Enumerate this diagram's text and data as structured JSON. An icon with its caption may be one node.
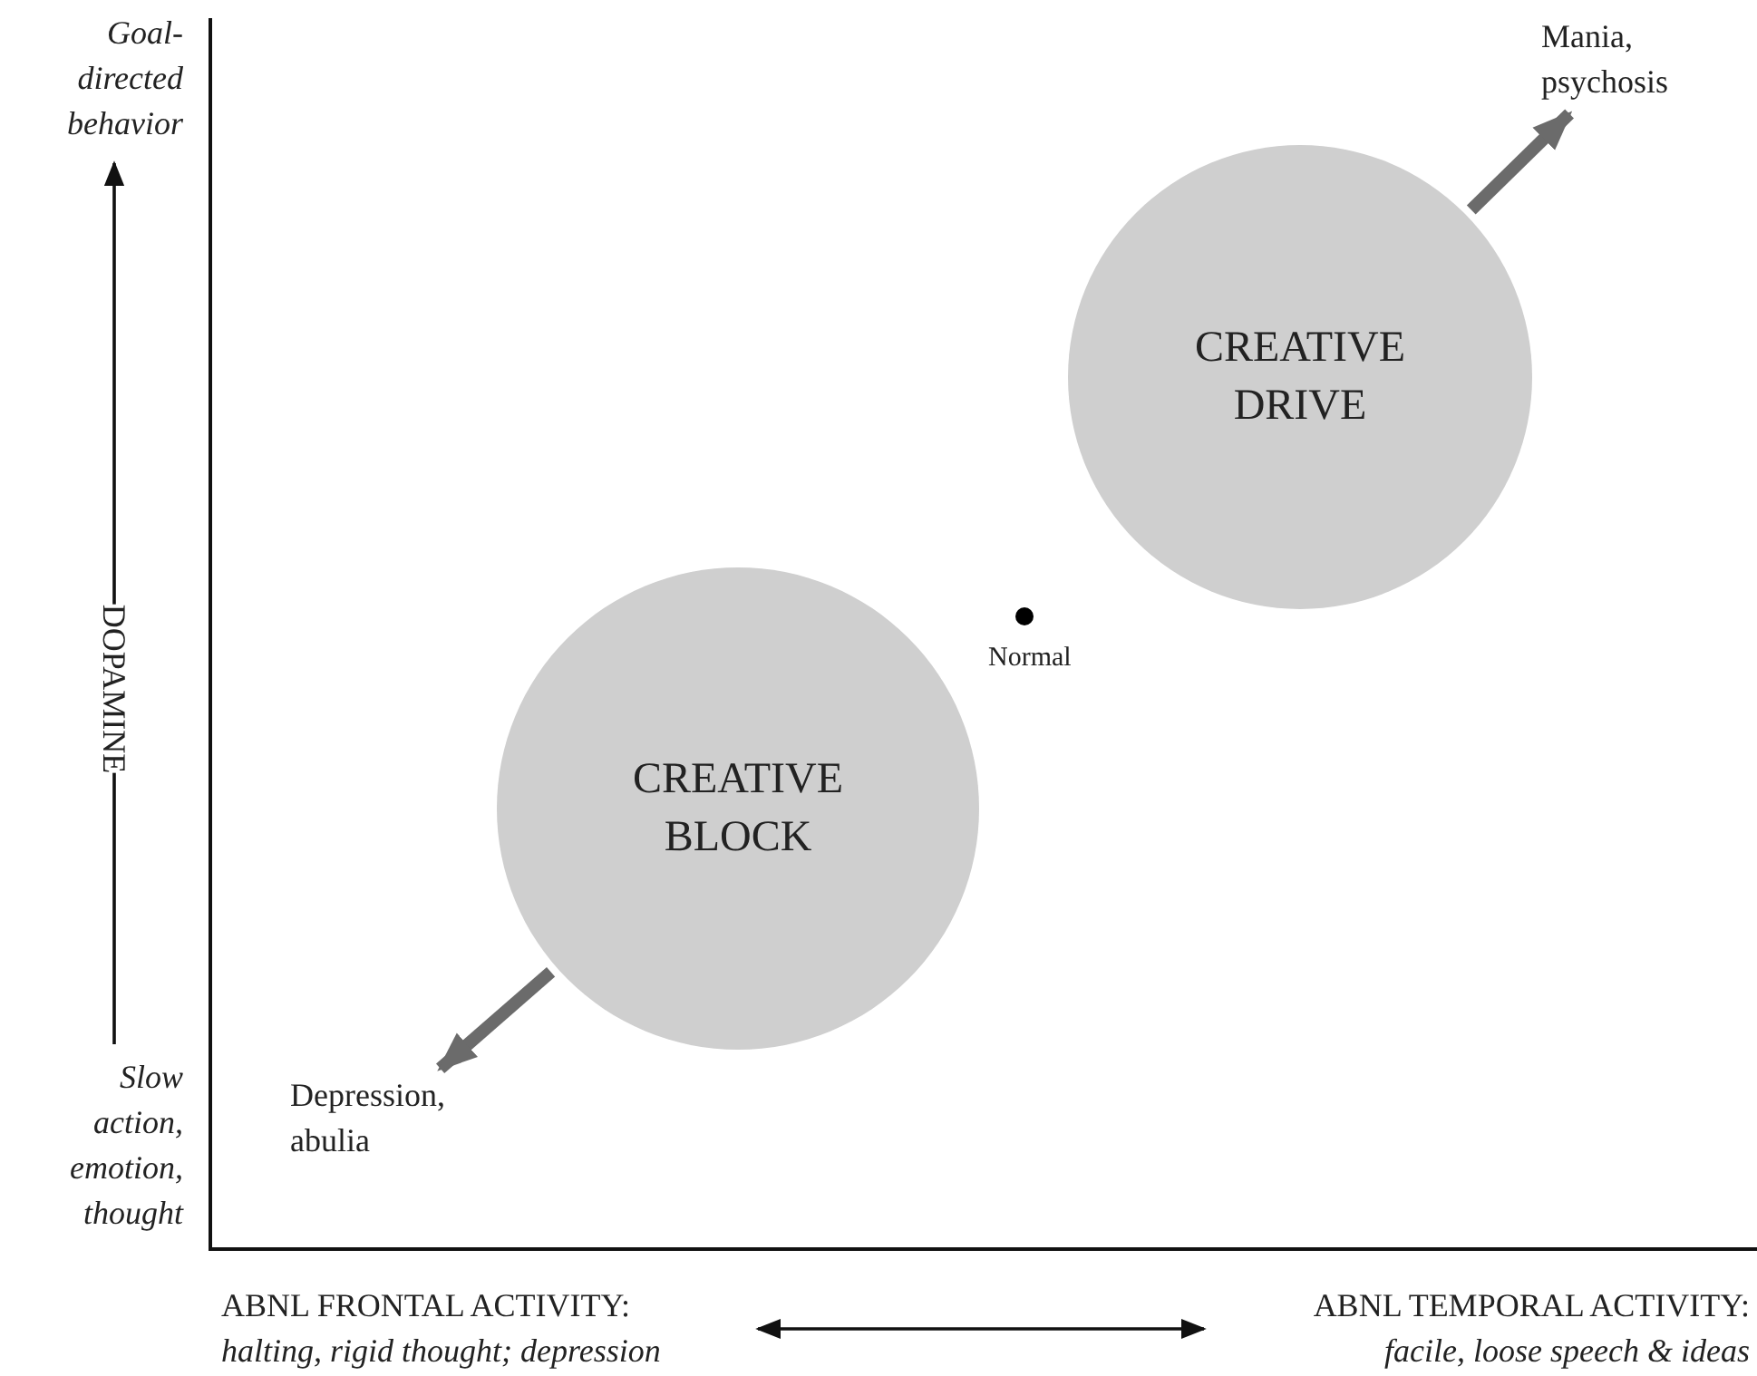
{
  "diagram": {
    "nodes": [
      {
        "text": [
          "Goal-directed behavior"
        ]
      },
      {
        "text": [
          "Slow action, emotion, thought"
        ]
      },
      {
        "text": [
          "CREATIVE DRIVE"
        ]
      },
      {
        "text": [
          "Mania, psychosis"
        ]
      },
      {
        "text": [
          "CREATIVE BLOCK"
        ]
      },
      {
        "text": [
          "Depression, abulia"
        ]
      },
      {
        "text": [],
        "shape": "circle",
        "beside": [
          "Normal"
        ]
      },
      {
        "text": [
          "ABNL FRONTAL ACTIVITY:",
          "halting, rigid thought; depression"
        ]
      },
      {
        "text": [
          "ABNL TEMPORAL ACTIVITY:",
          "facile, loose speech & ideas"
        ]
      }
    ],
    "edges": [
      {
        "from": 1,
        "to": 0,
        "arrow": "to",
        "label": "DOPAMINE"
      },
      {
        "from": 2,
        "to": 3,
        "arrow": "to",
        "style": "thick",
        "color": "#6b6b6b"
      },
      {
        "from": 4,
        "to": 5,
        "arrow": "to",
        "style": "thick",
        "color": "#6b6b6b"
      },
      {
        "from": 7,
        "to": 8,
        "arrow": "both"
      }
    ]
  }
}
